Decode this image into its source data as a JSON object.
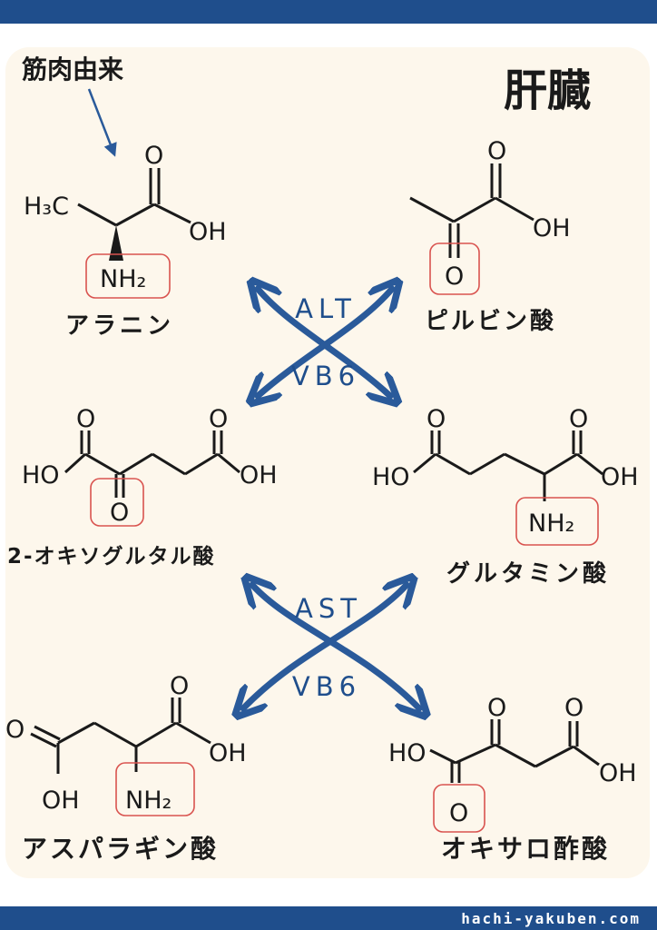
{
  "title": "肝臓",
  "annotation": "筋肉由来",
  "compounds": {
    "alanine": "アラニン",
    "pyruvic_acid": "ピルビン酸",
    "oxoglutaric_acid": "2-オキソグルタル酸",
    "glutamic_acid": "グルタミン酸",
    "aspartic_acid": "アスパラギン酸",
    "oxaloacetic_acid": "オキサロ酢酸"
  },
  "enzymes": {
    "top": {
      "name": "ALT",
      "cofactor": "VB6"
    },
    "bottom": {
      "name": "AST",
      "cofactor": "VB6"
    }
  },
  "atoms": {
    "h3c": "H₃C",
    "o": "O",
    "oh": "OH",
    "ho": "HO",
    "nh2": "NH₂"
  },
  "footer": "hachi-yakuben.com",
  "colors": {
    "bar": "#1f4e8c",
    "arrow": "#2a5a9a",
    "highlight": "#d9534f",
    "card": "#fdf7ec"
  }
}
